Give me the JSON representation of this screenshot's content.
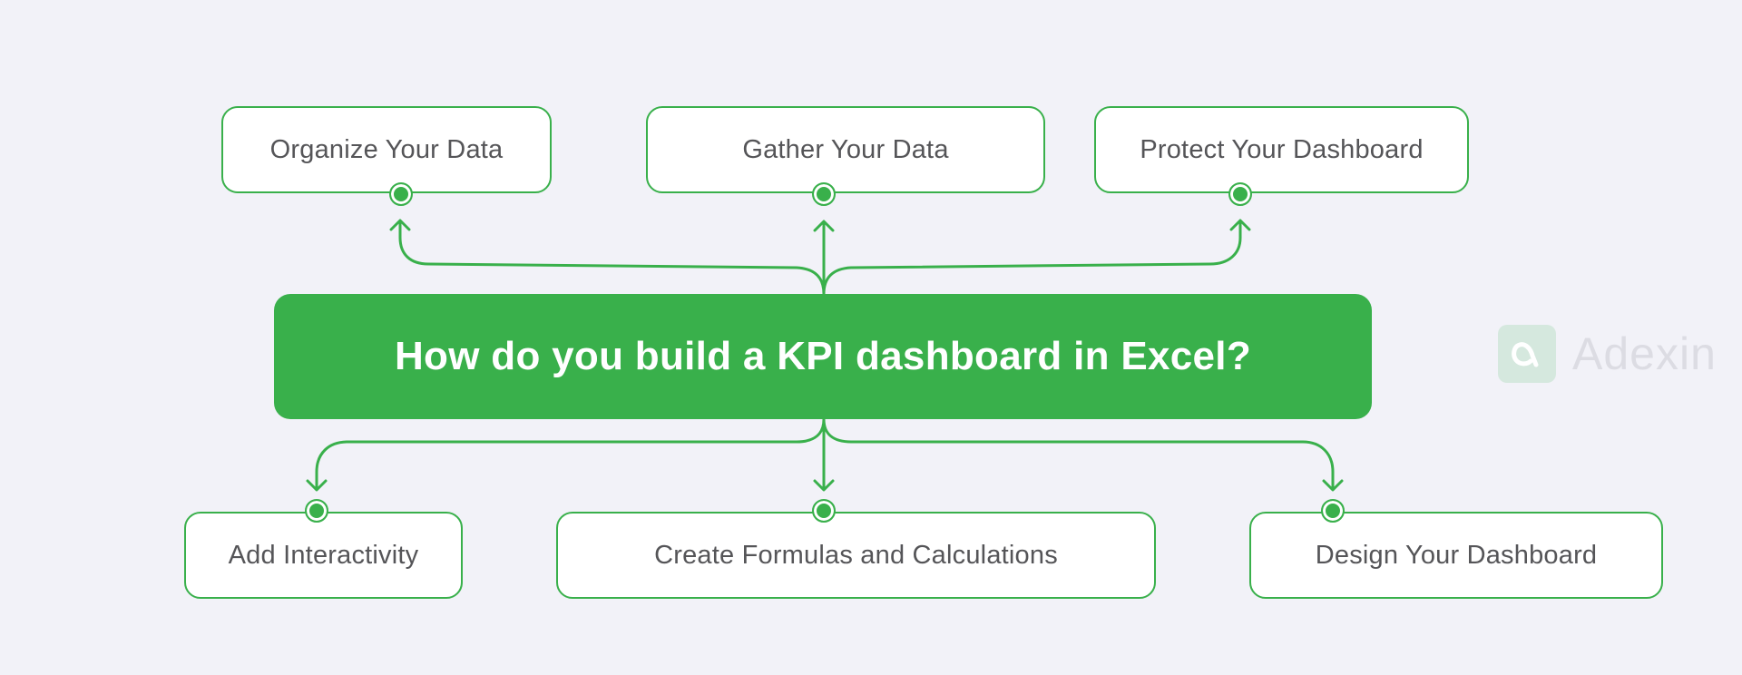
{
  "colors": {
    "background": "#f2f2f8",
    "accent": "#39b04b",
    "node_text": "#555558",
    "node_fill": "#ffffff",
    "logo_mark": "#d5e8de",
    "logo_text": "#dcdce3"
  },
  "central": {
    "title": "How do you build a KPI dashboard in Excel?"
  },
  "top_steps": [
    {
      "label": "Organize Your Data",
      "icon": "connector-dot-icon"
    },
    {
      "label": "Gather Your Data",
      "icon": "connector-dot-icon"
    },
    {
      "label": "Protect Your Dashboard",
      "icon": "connector-dot-icon"
    }
  ],
  "bottom_steps": [
    {
      "label": "Add Interactivity",
      "icon": "connector-dot-icon"
    },
    {
      "label": "Create Formulas and Calculations",
      "icon": "connector-dot-icon"
    },
    {
      "label": "Design Your Dashboard",
      "icon": "connector-dot-icon"
    }
  ],
  "watermark": {
    "brand": "Adexin",
    "icon": "adexin-logo-icon"
  }
}
